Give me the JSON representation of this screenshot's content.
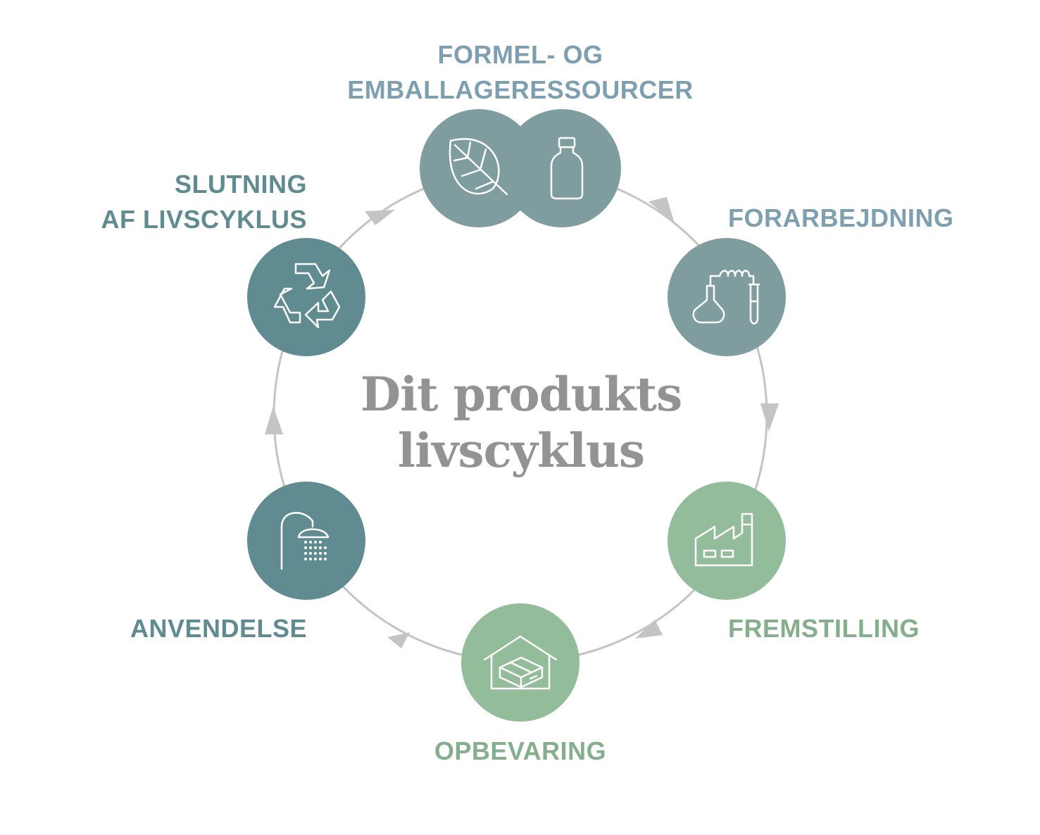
{
  "title_lines": [
    "Dit produkts",
    "livscyklus"
  ],
  "colors": {
    "ring": "#c4c4c4",
    "title": "#939393",
    "grey_teal": "#7f9d9e",
    "dark_teal": "#5f8b91",
    "green": "#92bc9a",
    "label_blue": "#7d9fb0",
    "label_teal": "#5f8b91",
    "label_green": "#85ae8c",
    "icon": "#ffffff"
  },
  "stages": [
    {
      "id": "resources",
      "lines": [
        "FORMEL- OG",
        "EMBALLAGERESSOURCER"
      ],
      "icons": [
        "leaf-icon",
        "bottle-icon"
      ]
    },
    {
      "id": "processing",
      "lines": [
        "FORARBEJDNING"
      ],
      "icons": [
        "lab-apparatus-icon"
      ]
    },
    {
      "id": "manufacturing",
      "lines": [
        "FREMSTILLING"
      ],
      "icons": [
        "factory-icon"
      ]
    },
    {
      "id": "storage",
      "lines": [
        "OPBEVARING"
      ],
      "icons": [
        "warehouse-icon"
      ]
    },
    {
      "id": "use",
      "lines": [
        "ANVENDELSE"
      ],
      "icons": [
        "shower-icon"
      ]
    },
    {
      "id": "end-of-life",
      "lines": [
        "SLUTNING",
        "AF LIVSCYKLUS"
      ],
      "icons": [
        "recycle-icon"
      ]
    }
  ]
}
